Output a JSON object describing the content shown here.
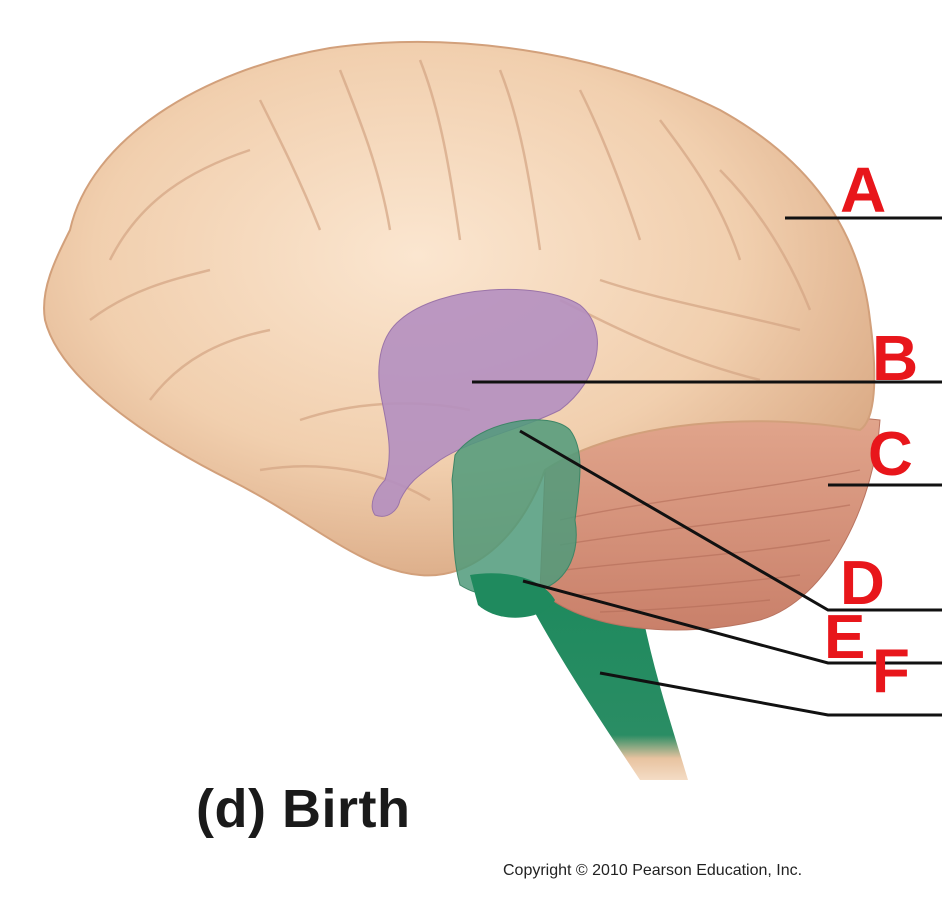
{
  "figure": {
    "caption": "(d) Birth",
    "copyright": "Copyright © 2010 Pearson Education, Inc."
  },
  "labels": [
    {
      "letter": "A",
      "line_from": [
        785,
        218
      ],
      "line_to": [
        942,
        218
      ]
    },
    {
      "letter": "B",
      "line_from": [
        472,
        382
      ],
      "line_to": [
        942,
        382
      ]
    },
    {
      "letter": "C",
      "line_from": [
        828,
        485
      ],
      "line_to": [
        942,
        485
      ]
    },
    {
      "letter": "D",
      "line_from": [
        520,
        431
      ],
      "line_mid": [
        828,
        610
      ],
      "line_to": [
        942,
        610
      ]
    },
    {
      "letter": "E",
      "line_from": [
        523,
        581
      ],
      "line_mid": [
        828,
        663
      ],
      "line_to": [
        942,
        663
      ]
    },
    {
      "letter": "F",
      "line_from": [
        600,
        673
      ],
      "line_mid": [
        828,
        715
      ],
      "line_to": [
        942,
        715
      ]
    }
  ],
  "regions": {
    "cerebrum": {
      "color": "#f1cfae"
    },
    "diencephalon": {
      "color": "#b48fc0"
    },
    "midbrain_pons": {
      "color": "#4f9a7a"
    },
    "cerebellum": {
      "color": "#d99a82"
    },
    "medulla": {
      "color": "#1f8a5e"
    },
    "spinal_cord": {
      "color": "#e8c3a0"
    }
  },
  "annotation_color": "#e8161b"
}
